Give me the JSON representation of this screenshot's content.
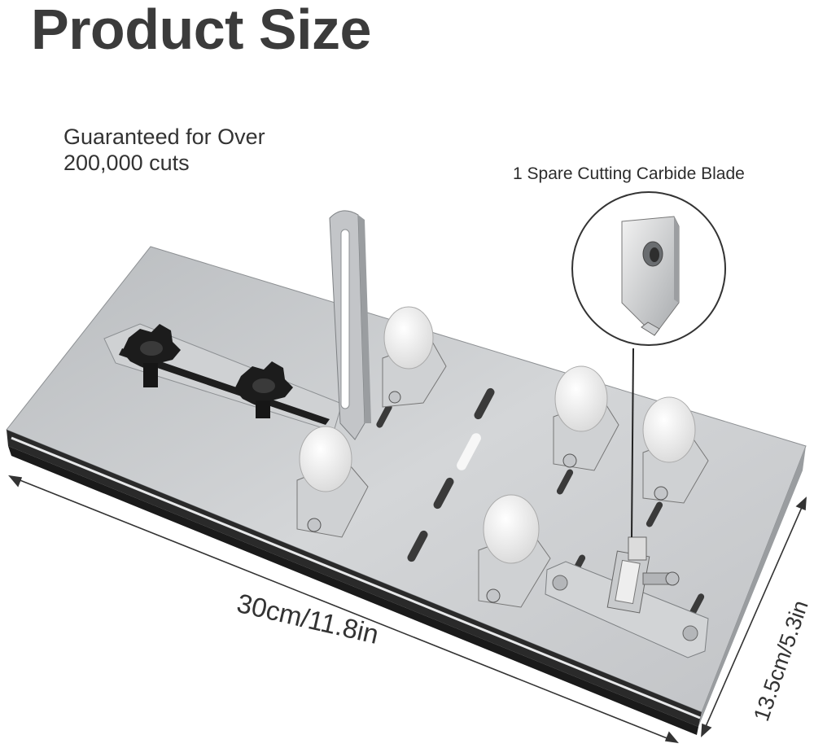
{
  "title": "Product Size",
  "guarantee": {
    "line1": "Guaranteed for Over",
    "line2": "200,000 cuts"
  },
  "spare_blade_label": "1 Spare Cutting Carbide Blade",
  "dimensions": {
    "length": "30cm/11.8in",
    "width": "13.5cm/5.3in"
  },
  "colors": {
    "title": "#3b3b3b",
    "steel": "#c9cbcd",
    "rubber": "#222222",
    "knob": "#1c1c1c",
    "wheel": "#f4f4f4"
  }
}
